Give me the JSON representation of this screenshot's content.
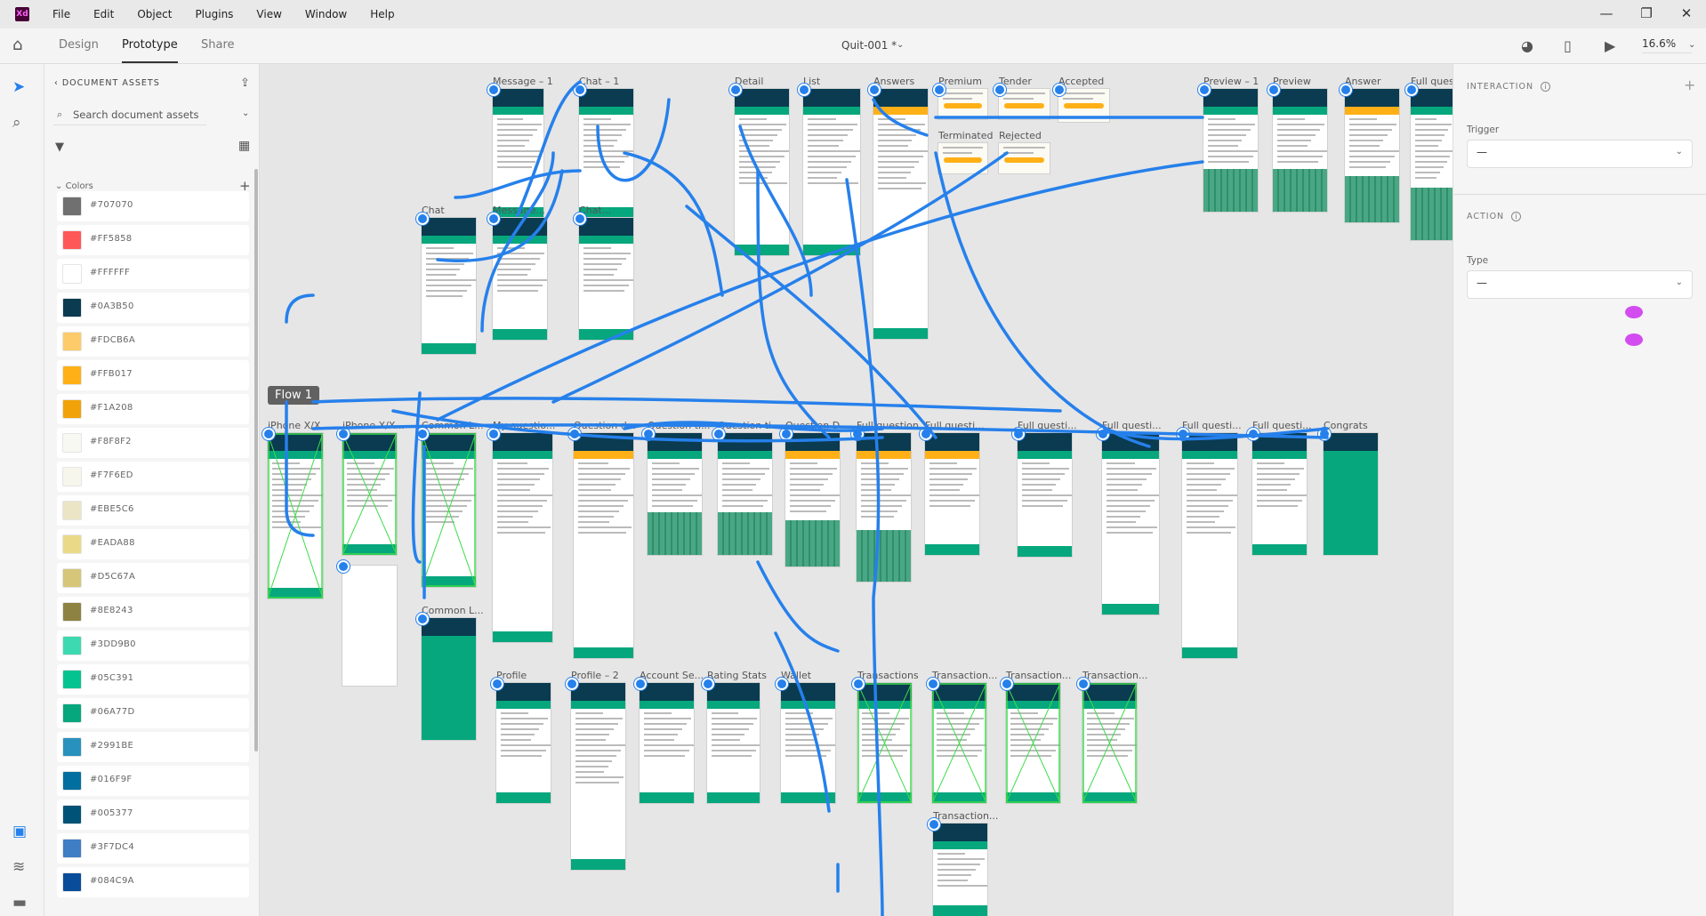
{
  "menubar": {
    "logo": "Xd",
    "items": [
      "File",
      "Edit",
      "Object",
      "Plugins",
      "View",
      "Window",
      "Help"
    ]
  },
  "toolbar": {
    "tabs": [
      "Design",
      "Prototype",
      "Share"
    ],
    "active_tab": "Prototype",
    "doc_title": "Quit-001 *",
    "zoom": "16.6%"
  },
  "assets": {
    "title": "DOCUMENT ASSETS",
    "search_placeholder": "Search document assets",
    "colors_header": "Colors",
    "colors": [
      "#707070",
      "#FF5858",
      "#FFFFFF",
      "#0A3B50",
      "#FDCB6A",
      "#FFB017",
      "#F1A208",
      "#F8F8F2",
      "#F7F6ED",
      "#EBE5C6",
      "#EADA88",
      "#D5C67A",
      "#8E8243",
      "#3DD9B0",
      "#05C391",
      "#06A77D",
      "#2991BE",
      "#016F9F",
      "#005377",
      "#3F7DC4",
      "#084C9A"
    ]
  },
  "canvas": {
    "flow_label": "Flow 1",
    "artboards": [
      "Message – 1",
      "Chat – 1",
      "Chat",
      "Message...",
      "Chat...",
      "Detail",
      "List",
      "Answers",
      "Premium",
      "Tender",
      "Accepted",
      "Terminated",
      "Rejected",
      "Preview – 1",
      "Preview",
      "Answer",
      "Full ques",
      "iPhone X/X...",
      "iPhone X/X...",
      "",
      "Common L...",
      "Common L...",
      "My questio...",
      "Question d...",
      "Question ti...",
      "Question ti...",
      "Question D...",
      "Full question",
      "Full questi...",
      "Full questi...",
      "Full questi...",
      "Full questi...",
      "Full questi...",
      "Congrats",
      "Profile",
      "Profile – 2",
      "Account Se...",
      "Rating Stats",
      "Wallet",
      "Transactions",
      "Transaction...",
      "Transaction...",
      "Transaction...",
      "Transaction..."
    ]
  },
  "properties": {
    "interaction_title": "INTERACTION",
    "trigger_label": "Trigger",
    "trigger_value": "—",
    "action_title": "ACTION",
    "type_label": "Type",
    "type_value": "—"
  },
  "colors": {
    "accent": "#2680eb",
    "brand_dark": "#0A3B50",
    "brand_green": "#06A77D"
  }
}
